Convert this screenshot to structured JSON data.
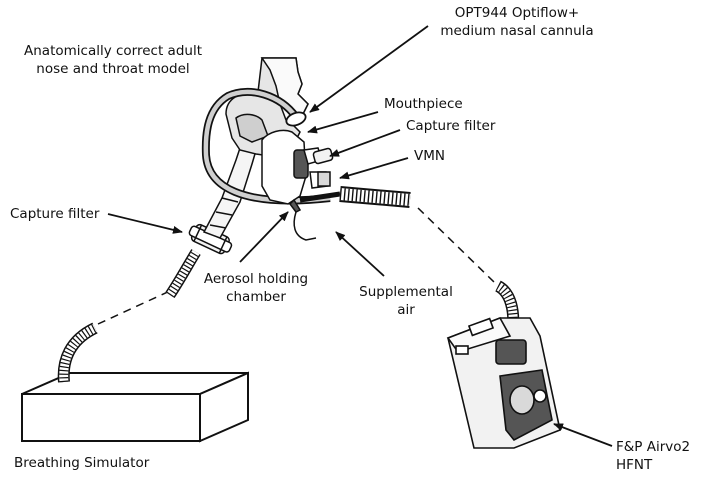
{
  "labels": {
    "nasal_cannula_line1": "OPT944 Optiflow+",
    "nasal_cannula_line2": "medium nasal cannula",
    "nose_model_line1": "Anatomically correct adult",
    "nose_model_line2": "nose and throat model",
    "mouthpiece": "Mouthpiece",
    "capture_filter_top": "Capture filter",
    "vmn": "VMN",
    "capture_filter_left": "Capture filter",
    "aerosol_chamber_line1": "Aerosol holding",
    "aerosol_chamber_line2": "chamber",
    "supplemental_air_line1": "Supplemental",
    "supplemental_air_line2": "air",
    "breathing_simulator": "Breathing Simulator",
    "airvo_line1": "F&P Airvo2",
    "airvo_line2": "HFNT"
  },
  "colors": {
    "line": "#111111",
    "fill_light": "#f2f2f2",
    "fill_grey": "#d9d9d9",
    "fill_dark": "#555555"
  }
}
